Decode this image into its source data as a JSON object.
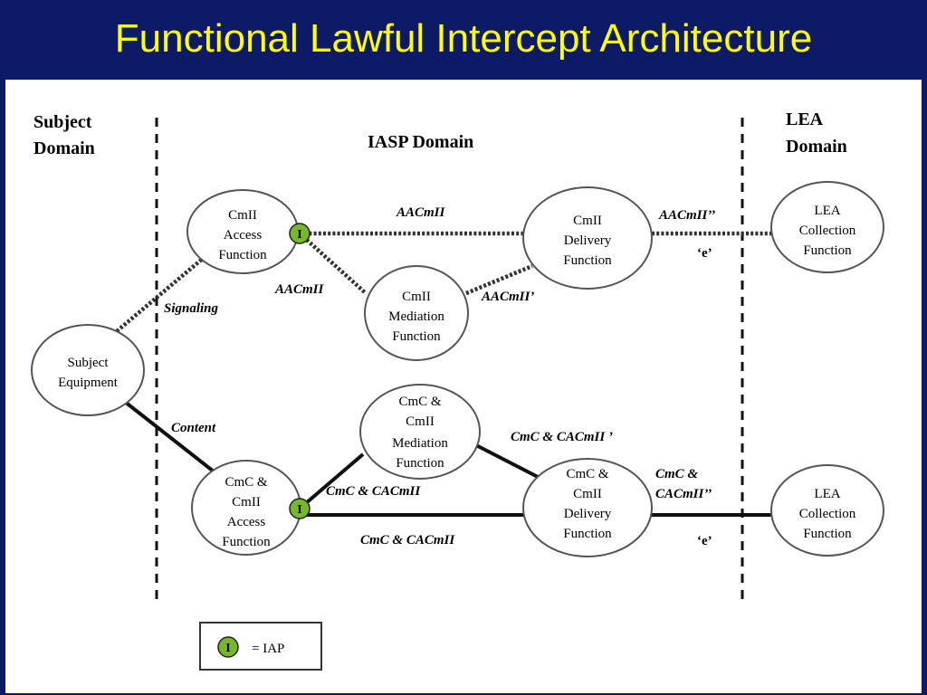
{
  "title": "Functional Lawful Intercept Architecture",
  "domains": {
    "subject": [
      "Subject",
      "Domain"
    ],
    "iasp": "IASP Domain",
    "lea": [
      "LEA",
      "Domain"
    ]
  },
  "nodes": {
    "subject_equipment": [
      "Subject",
      "Equipment"
    ],
    "cmii_access": [
      "CmII",
      "Access",
      "Function"
    ],
    "cmii_mediation": [
      "CmII",
      "Mediation",
      "Function"
    ],
    "cmii_delivery": [
      "CmII",
      "Delivery",
      "Function"
    ],
    "lea_collection_top": [
      "LEA",
      "Collection",
      "Function"
    ],
    "cmc_access": [
      "CmC &",
      "CmII",
      "Access",
      "Function"
    ],
    "cmc_mediation": [
      "CmC &",
      "CmII",
      "Mediation",
      "Function"
    ],
    "cmc_delivery": [
      "CmC &",
      "CmII",
      "Delivery",
      "Function"
    ],
    "lea_collection_bottom": [
      "LEA",
      "Collection",
      "Function"
    ]
  },
  "edges": {
    "signaling": "Signaling",
    "content": "Content",
    "aacmii_top": "AACmII",
    "aacmii_mediation": "AACmII",
    "aacmii_prime": "AACmII’",
    "aacmii_double_prime": "AACmII’’",
    "e_top": "‘e’",
    "cmc_cacmii_prime": "CmC & CACmII ’",
    "cmc_cacmii_upper": "CmC & CACmII",
    "cmc_cacmii_lower": "CmC & CACmII",
    "cmc_cacmii_double_prime": [
      "CmC &",
      "CACmII’’"
    ],
    "e_bottom": "‘e’"
  },
  "iap": {
    "symbol": "I",
    "legend_text": "= IAP"
  },
  "colors": {
    "title_bar": "#0d1a66",
    "title_text": "#ffff00",
    "iap_fill": "#77b82a"
  }
}
